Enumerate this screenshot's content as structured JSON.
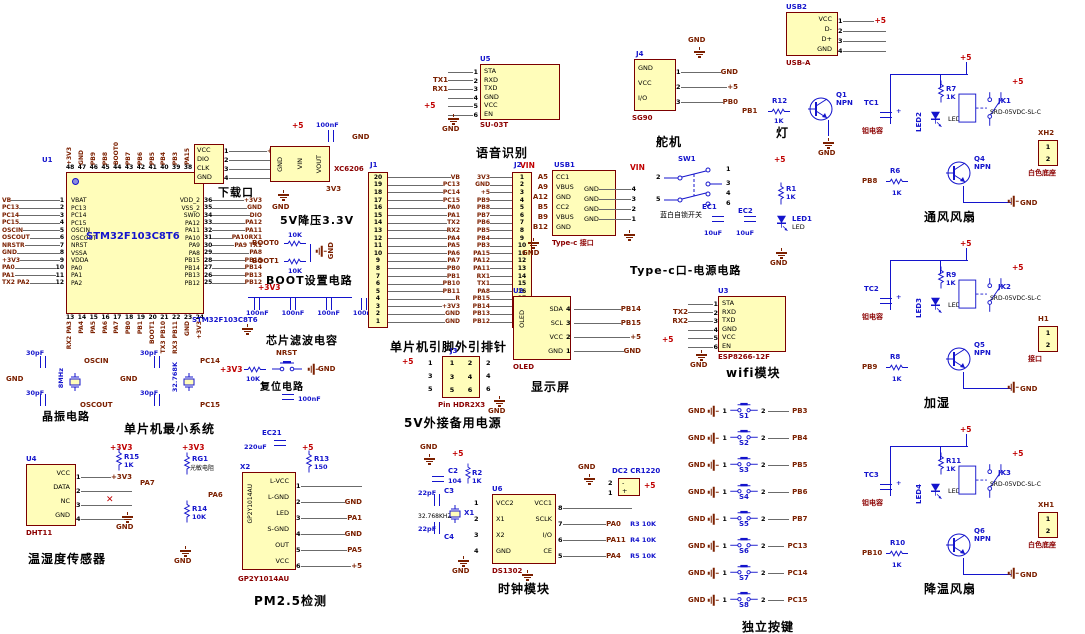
{
  "common": {
    "p5": "+5",
    "p3v3": "+3V3",
    "gnd": "GND",
    "vin": "VIN",
    "led": "LED",
    "pin1": "1",
    "pin2": "2"
  },
  "titles": {
    "headers": "单片机引脚外引排针",
    "minsys": "单片机最小系统"
  },
  "mcu": {
    "designator": "U1",
    "part": "STM32F103C8T6",
    "part_label": "STM32F103C8T6",
    "top_pins": [
      {
        "net": "+3V3",
        "num": "48"
      },
      {
        "net": "GND",
        "num": "47"
      },
      {
        "net": "PB9",
        "num": "46"
      },
      {
        "net": "PB8",
        "num": "45"
      },
      {
        "net": "BOOT0",
        "num": "44"
      },
      {
        "net": "PB7",
        "num": "43"
      },
      {
        "net": "PB6",
        "num": "42"
      },
      {
        "net": "PB5",
        "num": "41"
      },
      {
        "net": "PB4",
        "num": "40"
      },
      {
        "net": "PB3",
        "num": "39"
      },
      {
        "net": "PA15",
        "num": "38"
      },
      {
        "net": "CLK",
        "num": "37"
      }
    ],
    "left_pins": [
      {
        "net": "VB",
        "num": "1",
        "name": "VBAT"
      },
      {
        "net": "PC13",
        "num": "2",
        "name": "PC13"
      },
      {
        "net": "PC14",
        "num": "3",
        "name": "PC14"
      },
      {
        "net": "PC15",
        "num": "4",
        "name": "PC15"
      },
      {
        "net": "OSCIN",
        "num": "5",
        "name": "OSCIN"
      },
      {
        "net": "OSCOUT",
        "num": "6",
        "name": "OSCOUT"
      },
      {
        "net": "NRSTR",
        "num": "7",
        "name": "NRST"
      },
      {
        "net": "GND",
        "num": "8",
        "name": "VSSA"
      },
      {
        "net": "+3V3",
        "num": "9",
        "name": "VDDA"
      },
      {
        "net": "PA0",
        "num": "10",
        "name": "PA0"
      },
      {
        "net": "PA1",
        "num": "11",
        "name": "PA1"
      },
      {
        "net": "TX2 PA2",
        "num": "12",
        "name": "PA2"
      }
    ],
    "right_pins": [
      {
        "name": "VDD_2",
        "num": "36",
        "net": "+3V3"
      },
      {
        "name": "VSS_2",
        "num": "35",
        "net": "GND"
      },
      {
        "name": "SWIO",
        "num": "34",
        "net": "DIO"
      },
      {
        "name": "PA12",
        "num": "33",
        "net": "PA12"
      },
      {
        "name": "PA11",
        "num": "32",
        "net": "PA11"
      },
      {
        "name": "PA10",
        "num": "31",
        "net": "PA10RX1"
      },
      {
        "name": "PA9",
        "num": "30",
        "net": "PA9 TX1"
      },
      {
        "name": "PA8",
        "num": "29",
        "net": "PA8"
      },
      {
        "name": "PB15",
        "num": "28",
        "net": "PB15"
      },
      {
        "name": "PB14",
        "num": "27",
        "net": "PB14"
      },
      {
        "name": "PB13",
        "num": "26",
        "net": "PB13"
      },
      {
        "name": "PB12",
        "num": "25",
        "net": "PB12"
      }
    ],
    "bottom_pins": [
      {
        "num": "13",
        "net": "RX2 PA3"
      },
      {
        "num": "14",
        "net": "PA4"
      },
      {
        "num": "15",
        "net": "PA5"
      },
      {
        "num": "16",
        "net": "PA6"
      },
      {
        "num": "17",
        "net": "PA7"
      },
      {
        "num": "18",
        "net": "PB0"
      },
      {
        "num": "19",
        "net": "PB1"
      },
      {
        "num": "20",
        "net": "BOOT1"
      },
      {
        "num": "21",
        "net": "TX3 PB10"
      },
      {
        "num": "22",
        "net": "RX3 PB11"
      },
      {
        "num": "23",
        "net": "GND"
      },
      {
        "num": "24",
        "net": "+3V3"
      }
    ]
  },
  "dlport": {
    "title": "下载口",
    "names": [
      "VCC",
      "DIO",
      "CLK",
      "GND"
    ],
    "pins": [
      {
        "num": "1",
        "net": "+3V3"
      },
      {
        "num": "2",
        "net": "DIO"
      },
      {
        "num": "3",
        "net": "CLK"
      },
      {
        "num": "4",
        "net": "GND"
      }
    ]
  },
  "reg33": {
    "title": "5V降压3.3V",
    "part": "XC6206",
    "cap": "100nF",
    "out": "3V3",
    "pins": [
      "GND",
      "VIN",
      "VOUT"
    ]
  },
  "boot": {
    "title": "BOOT设置电路",
    "rows": [
      {
        "net": "BOOT0",
        "val": "10K"
      },
      {
        "net": "BOOT1",
        "val": "10K"
      }
    ]
  },
  "fcaps": {
    "title": "芯片滤波电容",
    "caps": [
      "100nF",
      "100nF",
      "100nF",
      "100nF"
    ]
  },
  "j1": {
    "designator": "J1",
    "pins": [
      {
        "num": "20",
        "net": "VB"
      },
      {
        "num": "19",
        "net": "PC13"
      },
      {
        "num": "18",
        "net": "PC14"
      },
      {
        "num": "17",
        "net": "PC15"
      },
      {
        "num": "16",
        "net": "PA0"
      },
      {
        "num": "15",
        "net": "PA1"
      },
      {
        "num": "14",
        "net": "TX2"
      },
      {
        "num": "13",
        "net": "RX2"
      },
      {
        "num": "12",
        "net": "PA4"
      },
      {
        "num": "11",
        "net": "PA5"
      },
      {
        "num": "10",
        "net": "PA6"
      },
      {
        "num": "9",
        "net": "PA7"
      },
      {
        "num": "8",
        "net": "PB0"
      },
      {
        "num": "7",
        "net": "PB1"
      },
      {
        "num": "6",
        "net": "PB10"
      },
      {
        "num": "5",
        "net": "PB11"
      },
      {
        "num": "4",
        "net": "R"
      },
      {
        "num": "3",
        "net": "+3V3"
      },
      {
        "num": "2",
        "net": "GND"
      },
      {
        "num": "1",
        "net": "GND"
      }
    ]
  },
  "j2": {
    "designator": "J2",
    "pins": [
      {
        "num": "1",
        "net": "3V3"
      },
      {
        "num": "2",
        "net": "GND"
      },
      {
        "num": "3",
        "net": "+5"
      },
      {
        "num": "4",
        "net": "PB9"
      },
      {
        "num": "5",
        "net": "PB8"
      },
      {
        "num": "6",
        "net": "PB7"
      },
      {
        "num": "7",
        "net": "PB6"
      },
      {
        "num": "8",
        "net": "PB5"
      },
      {
        "num": "9",
        "net": "PB4"
      },
      {
        "num": "10",
        "net": "PB3"
      },
      {
        "num": "11",
        "net": "PA15"
      },
      {
        "num": "12",
        "net": "PA12"
      },
      {
        "num": "13",
        "net": "PA11"
      },
      {
        "num": "14",
        "net": "RX1"
      },
      {
        "num": "15",
        "net": "TX1"
      },
      {
        "num": "16",
        "net": "PA8"
      },
      {
        "num": "17",
        "net": "PB15"
      },
      {
        "num": "18",
        "net": "PB14"
      },
      {
        "num": "19",
        "net": "PB13"
      },
      {
        "num": "20",
        "net": "PB12"
      }
    ]
  },
  "voice": {
    "designator": "U5",
    "part": "SU-03T",
    "title": "语音识别",
    "pins": [
      {
        "num": "1",
        "name": "STA",
        "net": ""
      },
      {
        "num": "2",
        "name": "RXD",
        "net": "TX1"
      },
      {
        "num": "3",
        "name": "TXD",
        "net": "RX1"
      },
      {
        "num": "4",
        "name": "GND",
        "net": ""
      },
      {
        "num": "5",
        "name": "VCC",
        "net": ""
      },
      {
        "num": "6",
        "name": "EN",
        "net": ""
      }
    ]
  },
  "servo": {
    "designator": "J4",
    "part": "SG90",
    "title": "舵机",
    "pins": [
      {
        "num": "1",
        "name": "GND",
        "net": "GND"
      },
      {
        "num": "2",
        "name": "VCC",
        "net": "+5"
      },
      {
        "num": "3",
        "name": "I/O",
        "net": "PB0"
      }
    ]
  },
  "lamp": {
    "title": "灯",
    "net_in": "PB1",
    "r": "R12",
    "r_val": "1K",
    "q": "Q1",
    "q_type": "NPN"
  },
  "usb2": {
    "designator": "USB2",
    "part": "USB-A",
    "pins": [
      {
        "num": "1",
        "name": "VCC",
        "net": "+5"
      },
      {
        "num": "2",
        "name": "D-",
        "net": ""
      },
      {
        "num": "3",
        "name": "D+",
        "net": ""
      },
      {
        "num": "4",
        "name": "GND",
        "net": ""
      }
    ]
  },
  "tconn": {
    "designator": "USB1",
    "part": "Type-c 接口",
    "left": [
      {
        "pin": "A5",
        "name": "CC1"
      },
      {
        "pin": "A9",
        "name": "VBUS"
      },
      {
        "pin": "A12",
        "name": "GND"
      },
      {
        "pin": "B5",
        "name": "CC2"
      },
      {
        "pin": "B9",
        "name": "VBUS"
      },
      {
        "pin": "B12",
        "name": "GND"
      }
    ],
    "right": [
      {
        "name": "GND",
        "num": "4"
      },
      {
        "name": "GND",
        "num": "3"
      },
      {
        "name": "GND",
        "num": "2"
      },
      {
        "name": "GND",
        "num": "1"
      }
    ]
  },
  "tpower": {
    "title": "Type-c口-电源电路",
    "sw": "SW1",
    "sw_label": "蓝白自锁开关",
    "sw_pins": [
      "1",
      "2",
      "3",
      "4",
      "5",
      "6"
    ],
    "ec1": "EC1",
    "ec1_val": "10uF",
    "ec2": "EC2",
    "ec2_val": "10uF",
    "r1": "R1",
    "r1_val": "1K",
    "led_des": "LED1",
    "led_label": "LED"
  },
  "oled": {
    "designator": "U2",
    "part": "OLED",
    "sub": "OLED",
    "title": "显示屏",
    "pins": [
      {
        "name": "SDA",
        "num": "4",
        "net": "PB14"
      },
      {
        "name": "SCL",
        "num": "3",
        "net": "PB15"
      },
      {
        "name": "VCC",
        "num": "2",
        "net": "+5"
      },
      {
        "name": "GND",
        "num": "1",
        "net": "GND"
      }
    ]
  },
  "wifi": {
    "designator": "U3",
    "part": "ESP8266-12F",
    "title": "wifi模块",
    "pins": [
      {
        "num": "1",
        "name": "STA",
        "net": ""
      },
      {
        "num": "2",
        "name": "RXD",
        "net": "TX2"
      },
      {
        "num": "3",
        "name": "TXD",
        "net": "RX2"
      },
      {
        "num": "4",
        "name": "GND",
        "net": ""
      },
      {
        "num": "5",
        "name": "VCC",
        "net": ""
      },
      {
        "num": "6",
        "name": "EN",
        "net": ""
      }
    ]
  },
  "xtal1": {
    "title": "晶振电路",
    "freq": "8MHz",
    "c_top": "30pF",
    "c_bot": "30pF",
    "net_top": "OSCIN",
    "net_bot": "OSCOUT",
    "gnd": "GND"
  },
  "xtal2": {
    "freq": "32.768K",
    "c_top": "30pF",
    "c_bot": "30pF",
    "net_top": "PC14",
    "net_bot": "PC15",
    "gnd": "GND"
  },
  "reset": {
    "title": "复位电路",
    "r_val": "10K",
    "net": "NRST",
    "cap": "100nF"
  },
  "backup": {
    "designator": "J3",
    "part": "Pin HDR2X3",
    "title": "5V外接备用电源",
    "grid": [
      "1",
      "2",
      "3",
      "4",
      "5",
      "6"
    ],
    "left_pins": [
      "1",
      "3",
      "5"
    ],
    "right_pins": [
      "2",
      "4",
      "6"
    ]
  },
  "dht": {
    "designator": "U4",
    "part": "DHT11",
    "title": "温湿度传感器",
    "r": "R15",
    "r_val": "1K",
    "pins": [
      {
        "name": "VCC",
        "num": "1",
        "net": "+3V3"
      },
      {
        "name": "DATA",
        "num": "2",
        "net": ""
      },
      {
        "name": "NC",
        "num": "3",
        "net": ""
      },
      {
        "name": "GND",
        "num": "4",
        "net": ""
      }
    ],
    "data_net": "PA7"
  },
  "light": {
    "rg": "RG1",
    "rg_label": "光敏电阻",
    "net": "PA6",
    "r": "R14",
    "r_val": "10K"
  },
  "pm25": {
    "designator": "X2",
    "part": "GP2Y1014AU",
    "title": "PM2.5检测",
    "ec": "EC21",
    "ec_val": "220uF",
    "r": "R13",
    "r_val": "150",
    "pins": [
      {
        "name": "L-VCC",
        "num": "1",
        "net": ""
      },
      {
        "name": "L-GND",
        "num": "2",
        "net": "GND"
      },
      {
        "name": "LED",
        "num": "3",
        "net": "PA1"
      },
      {
        "name": "S-GND",
        "num": "4",
        "net": "GND"
      },
      {
        "name": "OUT",
        "num": "5",
        "net": "PA5"
      },
      {
        "name": "VCC",
        "num": "6",
        "net": "+5"
      }
    ]
  },
  "rtc": {
    "designator": "U6",
    "part": "DS1302",
    "title": "时钟模块",
    "c2": "C2",
    "c2_val": "104",
    "r2": "R2",
    "r2_val": "1K",
    "x1": "X1",
    "x1_freq": "32.768KHZ",
    "c3": "C3",
    "c3_val": "22pF",
    "c4": "C4",
    "c4_val": "22pF",
    "bat": "DC2 CR1220",
    "bat_minus": "-",
    "bat_plus": "+",
    "bat_p2": "2",
    "bat_p1": "1",
    "left": [
      {
        "name": "VCC2",
        "num": "1"
      },
      {
        "name": "X1",
        "num": "2"
      },
      {
        "name": "X2",
        "num": "3"
      },
      {
        "name": "GND",
        "num": "4"
      }
    ],
    "right": [
      {
        "name": "VCC1",
        "num": "8",
        "net": "",
        "res": ""
      },
      {
        "name": "SCLK",
        "num": "7",
        "net": "PA0",
        "res": "R3 10K"
      },
      {
        "name": "I/O",
        "num": "6",
        "net": "PA11",
        "res": "R4 10K"
      },
      {
        "name": "CE",
        "num": "5",
        "net": "PA4",
        "res": "R5 10K"
      }
    ]
  },
  "keys": {
    "title": "独立按键",
    "items": [
      {
        "des": "S1",
        "net": "PB3"
      },
      {
        "des": "S2",
        "net": "PB4"
      },
      {
        "des": "S3",
        "net": "PB5"
      },
      {
        "des": "S4",
        "net": "PB6"
      },
      {
        "des": "S5",
        "net": "PB7"
      },
      {
        "des": "S6",
        "net": "PC13"
      },
      {
        "des": "S7",
        "net": "PC14"
      },
      {
        "des": "S8",
        "net": "PC15"
      }
    ]
  },
  "fans": [
    {
      "tc": "TC1",
      "tc_label": "钽电容",
      "r_led": "R7",
      "r_led_val": "1K",
      "led_des": "LED2",
      "relay_des": "JK1",
      "relay_part": "SRD-05VDC-SL-C",
      "q": "Q4",
      "q_type": "NPN",
      "r_in": "R6",
      "r_in_val": "1K",
      "net_in": "PB8",
      "conn": "XH2",
      "conn_label": "白色底座",
      "title": "通风风扇"
    },
    {
      "tc": "TC2",
      "tc_label": "钽电容",
      "r_led": "R9",
      "r_led_val": "1K",
      "led_des": "LED3",
      "relay_des": "JK2",
      "relay_part": "SRD-05VDC-SL-C",
      "q": "Q5",
      "q_type": "NPN",
      "r_in": "R8",
      "r_in_val": "1K",
      "net_in": "PB9",
      "conn": "H1",
      "conn_label": "接口",
      "title": "加湿"
    },
    {
      "tc": "TC3",
      "tc_label": "钽电容",
      "r_led": "R11",
      "r_led_val": "1K",
      "led_des": "LED4",
      "relay_des": "JK3",
      "relay_part": "SRD-05VDC-SL-C",
      "q": "Q6",
      "q_type": "NPN",
      "r_in": "R10",
      "r_in_val": "1K",
      "net_in": "PB10",
      "conn": "XH1",
      "conn_label": "白色底座",
      "title": "降温风扇"
    }
  ]
}
